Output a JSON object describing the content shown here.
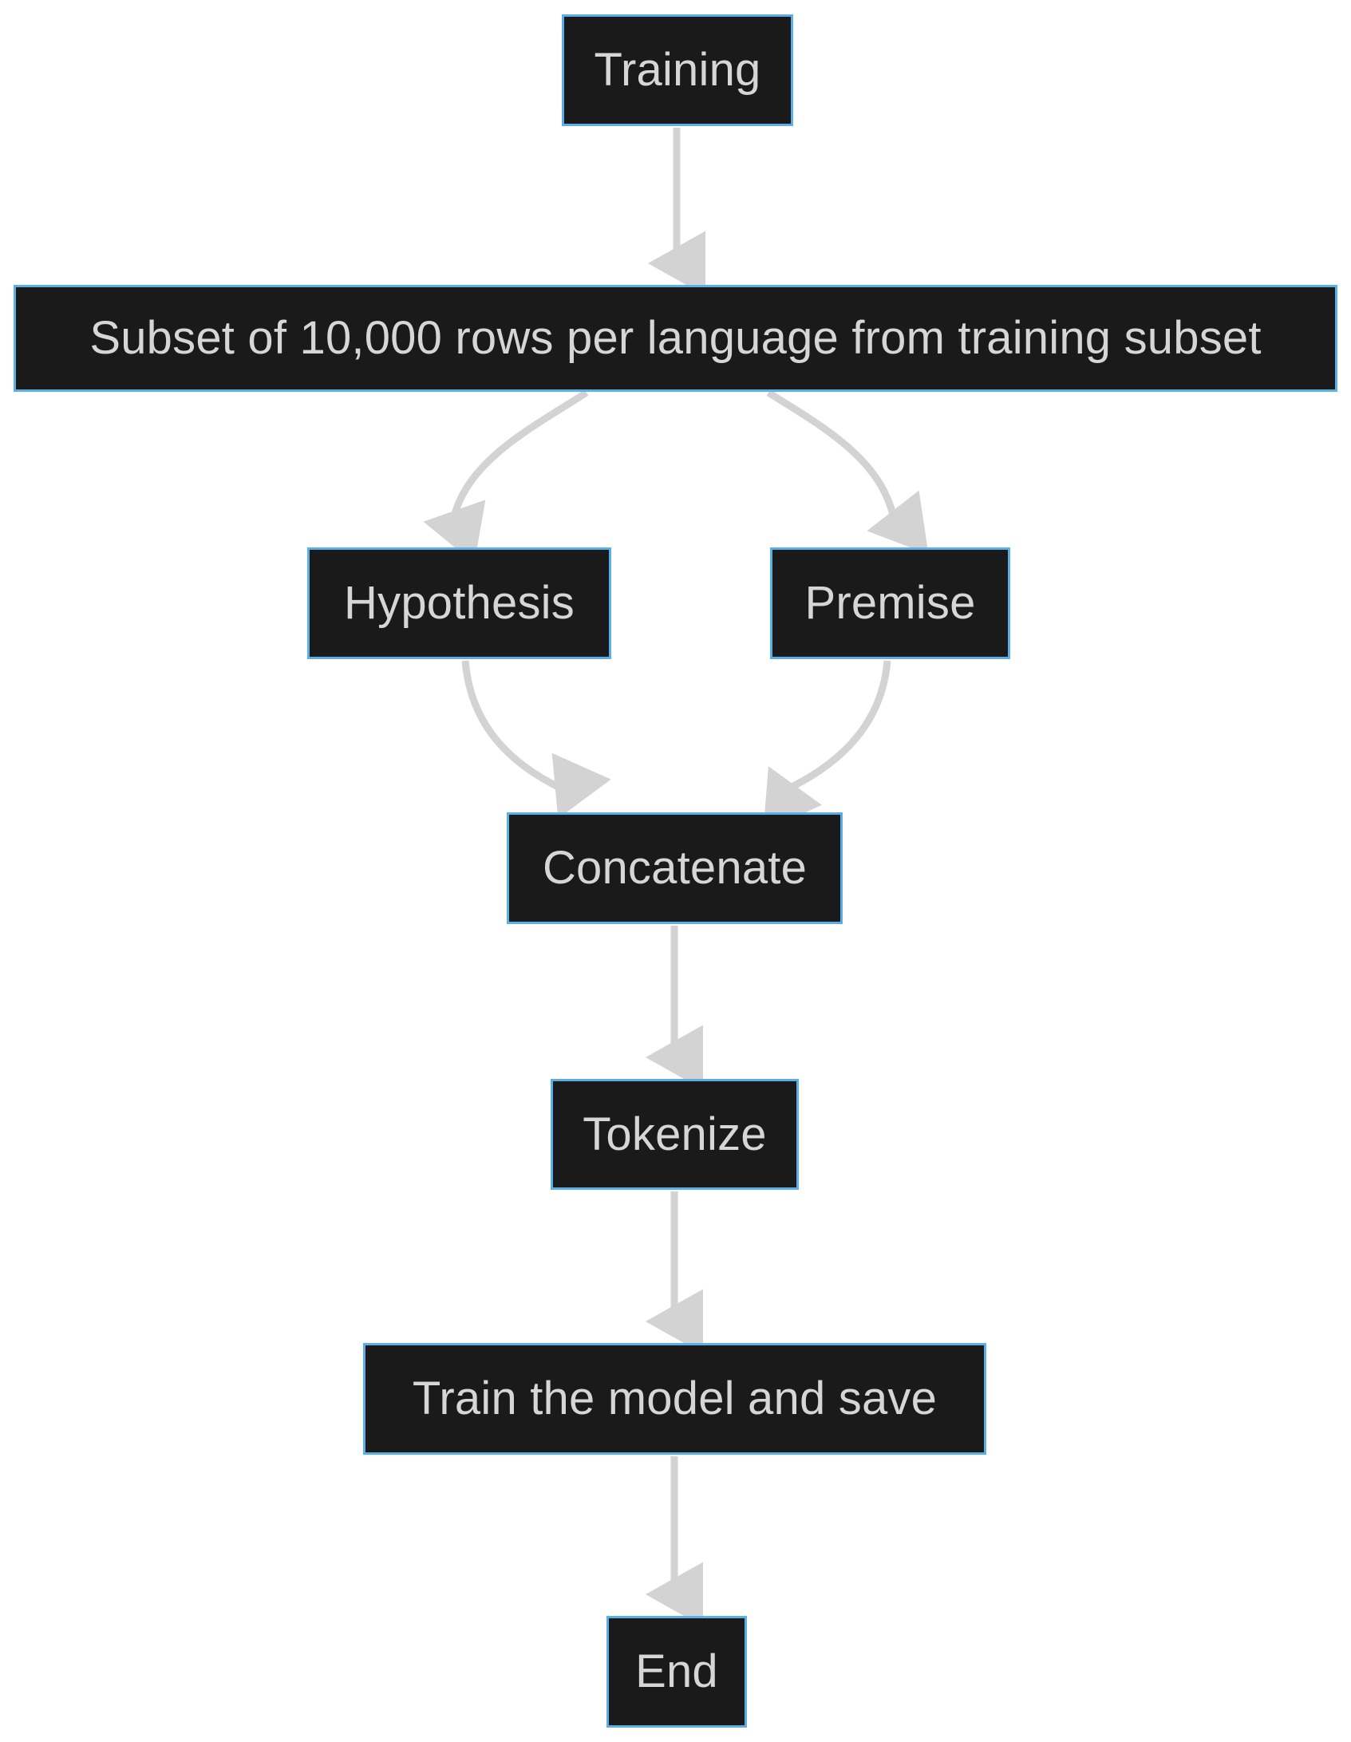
{
  "diagram": {
    "type": "flowchart",
    "orientation": "top-to-bottom",
    "background_color": "#ffffff",
    "node_fill_color": "#1a1a1a",
    "node_border_color": "#5aafe6",
    "node_text_color": "#d6d6d6",
    "edge_color": "#d3d3d3",
    "nodes": [
      {
        "id": "training",
        "label": "Training"
      },
      {
        "id": "subset",
        "label": "Subset of 10,000 rows per language from training subset"
      },
      {
        "id": "hypothesis",
        "label": "Hypothesis"
      },
      {
        "id": "premise",
        "label": "Premise"
      },
      {
        "id": "concatenate",
        "label": "Concatenate"
      },
      {
        "id": "tokenize",
        "label": "Tokenize"
      },
      {
        "id": "train_save",
        "label": "Train the model and save"
      },
      {
        "id": "end",
        "label": "End"
      }
    ],
    "edges": [
      {
        "from": "training",
        "to": "subset",
        "label": "",
        "style": "straight"
      },
      {
        "from": "subset",
        "to": "hypothesis",
        "label": "",
        "style": "curved"
      },
      {
        "from": "subset",
        "to": "premise",
        "label": "",
        "style": "curved"
      },
      {
        "from": "hypothesis",
        "to": "concatenate",
        "label": "",
        "style": "curved"
      },
      {
        "from": "premise",
        "to": "concatenate",
        "label": "",
        "style": "curved"
      },
      {
        "from": "concatenate",
        "to": "tokenize",
        "label": "",
        "style": "straight"
      },
      {
        "from": "tokenize",
        "to": "train_save",
        "label": "",
        "style": "straight"
      },
      {
        "from": "train_save",
        "to": "end",
        "label": "",
        "style": "straight"
      }
    ]
  }
}
